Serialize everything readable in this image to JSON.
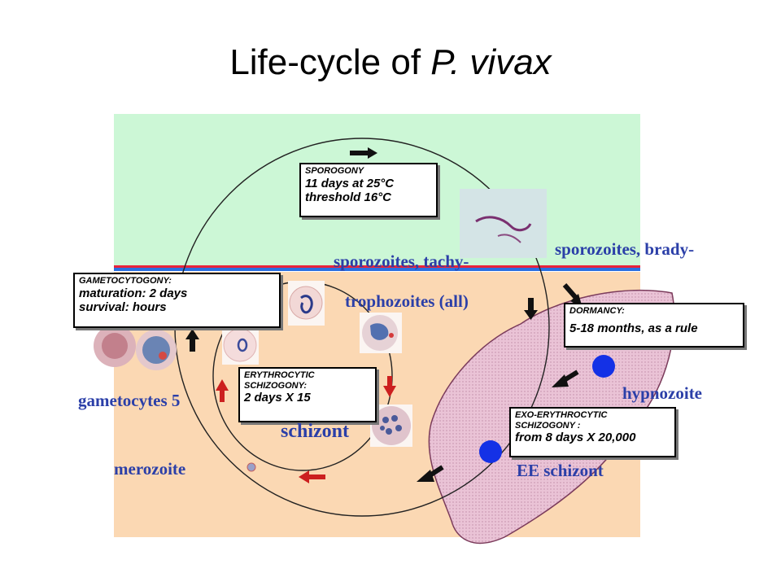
{
  "title": {
    "prefix": "Life-cycle of ",
    "species": "P. vivax"
  },
  "boxes": {
    "sporogony": {
      "heading": "SPOROGONY",
      "line1": "11 days at 25°C",
      "line2": "threshold 16°C"
    },
    "gametocytogony": {
      "heading": "GAMETOCYTOGONY:",
      "line1": "maturation: 2 days",
      "line2": "survival: hours"
    },
    "erythrocytic": {
      "heading1": "ERYTHROCYTIC",
      "heading2": "SCHIZOGONY:",
      "line1": "2 days X 15"
    },
    "dormancy": {
      "heading": "DORMANCY:",
      "line1": "5-18 months, as a rule"
    },
    "exo_erythrocytic": {
      "heading1": "EXO-ERYTHROCYTIC",
      "heading2": "SCHIZOGONY :",
      "line1": "from 8 days X 20,000"
    }
  },
  "labels": {
    "sporozoites_tachy": "sporozoites, tachy-",
    "sporozoites_brady": "sporozoites, brady-",
    "trophozoites": "trophozoites  (all)",
    "hypnozoite": "hypnozoite",
    "gametocytes": "gametocytes 5",
    "schizont": "schizont",
    "merozoite": "merozoite",
    "ee_schizont": "EE schizont"
  },
  "colors": {
    "mosquito_zone": "#ccf7d6",
    "blood_zone": "#fbd8b3",
    "liver": "#eac3d6",
    "label_blue": "#2b3fa8",
    "arrow_red": "#cc1f1f",
    "node_blue": "#1431e6"
  }
}
